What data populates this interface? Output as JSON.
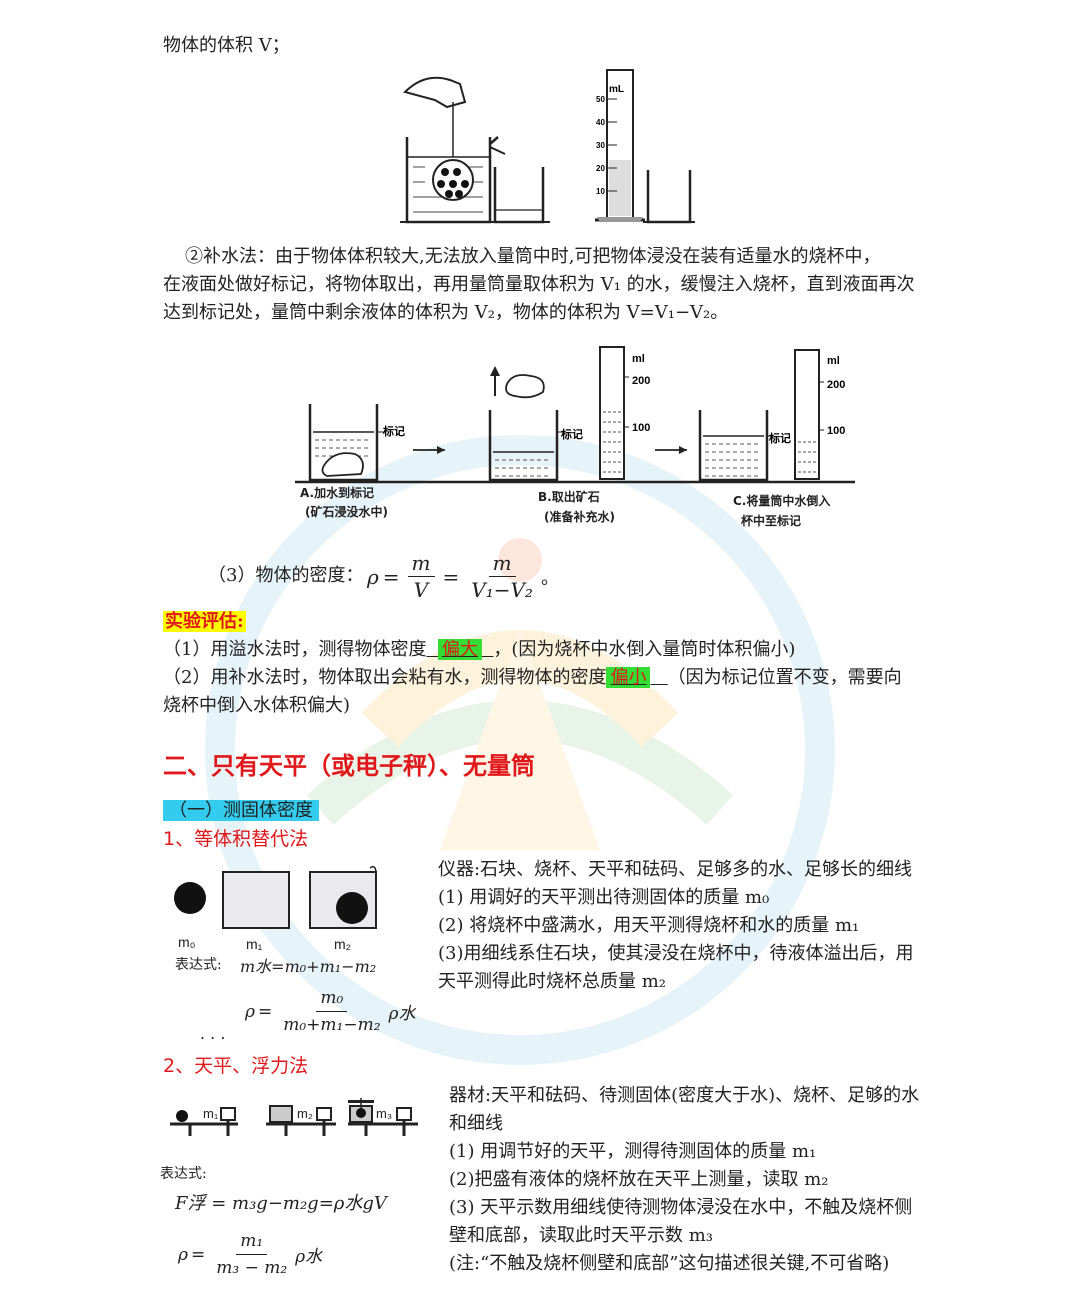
{
  "top": {
    "volume_label": "物体的体积 V；"
  },
  "method2": {
    "line1": "②补水法：由于物体体积较大,无法放入量筒中时,可把物体浸没在装有适量水的烧杯中，",
    "line2": "在液面处做好标记，将物体取出，再用量筒量取体积为 V₁ 的水，缓慢注入烧杯，直到液面再次",
    "line3": "达到标记处，量筒中剩余液体的体积为 V₂，物体的体积为 V=V₁−V₂。"
  },
  "figure2": {
    "mark": "标记",
    "ml": "ml",
    "tick200": "200",
    "tick100": "100",
    "caption_a1": "A.加水到标记",
    "caption_a2": "(矿石浸没水中)",
    "caption_b1": "B.取出矿石",
    "caption_b2": "(准备补充水)",
    "caption_c1": "C.将量筒中水倒入",
    "caption_c2": "杯中至标记"
  },
  "figure1": {
    "ml": "mL",
    "ticks": [
      "50",
      "40",
      "30",
      "20",
      "10"
    ]
  },
  "density": {
    "prefix": "（3）物体的密度：",
    "rho": "ρ",
    "eq": "=",
    "m": "m",
    "V": "V",
    "den2": "V₁−V₂",
    "suffix": "。"
  },
  "evaluation": {
    "title": "实验评估:",
    "item1_a": "（1）用溢水法时，测得物体密度",
    "item1_answer": "偏大",
    "item1_b": "，(因为烧杯中水倒入量筒时体积偏小)",
    "item2_a": "（2）用补水法时，物体取出会粘有水，测得物体的密度",
    "item2_answer": "偏小",
    "item2_b": "（因为标记位置不变，需要向",
    "item2_c": "烧杯中倒入水体积偏大)"
  },
  "section2": {
    "title": "二、只有天平（或电子秤）、无量筒",
    "sub1": "（一）测固体密度",
    "m1_title": "1、等体积替代法",
    "m1_labels": [
      "m₀",
      "m₁",
      "m₂"
    ],
    "m1_expr_label": "表达式:",
    "m1_expr1": "m水=m₀+m₁−m₂",
    "m1_rho_num": "m₀",
    "m1_rho_den": "m₀+m₁−m₂",
    "m1_rho_water": "ρ水",
    "m1_dots": ". . .",
    "m1_lines": [
      "仪器:石块、烧杯、天平和砝码、足够多的水、足够长的细线",
      "(1) 用调好的天平测出待测固体的质量 m₀",
      "(2) 将烧杯中盛满水，用天平测得烧杯和水的质量 m₁",
      "(3)用细线系住石块，使其浸没在烧杯中，待液体溢出后，用",
      "天平测得此时烧杯总质量 m₂"
    ],
    "m2_title": "2、天平、浮力法",
    "m2_fig_labels": [
      "m₁",
      "m₂",
      "m₃"
    ],
    "m2_expr_label": "表达式:",
    "m2_expr1": "F浮 = m₃g−m₂g=ρ水gV",
    "m2_rho_num": "m₁",
    "m2_rho_den": "m₃ − m₂",
    "m2_rho_water": "ρ水",
    "m2_lines": [
      "器材:天平和砝码、待测固体(密度大于水)、烧杯、足够的水",
      "和细线",
      "(1) 用调节好的天平，测得待测固体的质量 m₁",
      "(2)把盛有液体的烧杯放在天平上测量，读取 m₂",
      "(3) 天平示数用细线使待测物体浸没在水中，不触及烧杯侧",
      "壁和底部，读取此时天平示数 m₃",
      "(注:“不触及烧杯侧壁和底部”这句描述很关键,不可省略)"
    ]
  },
  "colors": {
    "red": "#e0181b",
    "highlight_yellow": "#ffff00",
    "highlight_green": "#33dd33",
    "highlight_cyan": "#33ccee"
  }
}
